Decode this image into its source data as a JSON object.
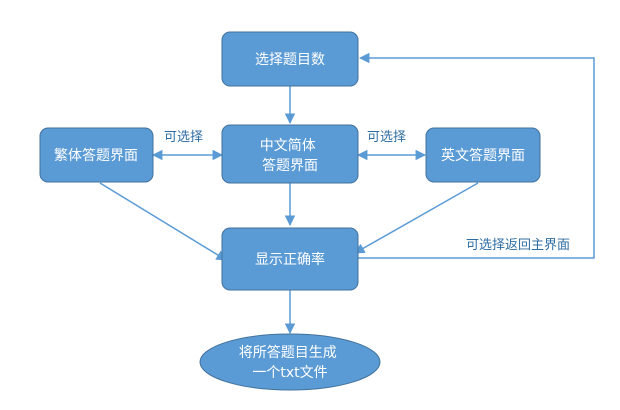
{
  "colors": {
    "node_fill": "#5b9bd5",
    "node_stroke": "#41719c",
    "edge": "#5b9bd5",
    "label": "#2e6da4"
  },
  "nodes": {
    "choose_count": {
      "label": [
        "选择题目数"
      ]
    },
    "simplified": {
      "label": [
        "中文简体",
        "答题界面"
      ]
    },
    "traditional": {
      "label": [
        "繁体答题界面"
      ]
    },
    "english": {
      "label": [
        "英文答题界面"
      ]
    },
    "show_accuracy": {
      "label": [
        "显示正确率"
      ]
    },
    "generate_txt": {
      "label": [
        "将所答题目生成",
        "一个txt文件"
      ]
    }
  },
  "edge_labels": {
    "left_optional": "可选择",
    "right_optional": "可选择",
    "return_main": "可选择返回主界面"
  }
}
